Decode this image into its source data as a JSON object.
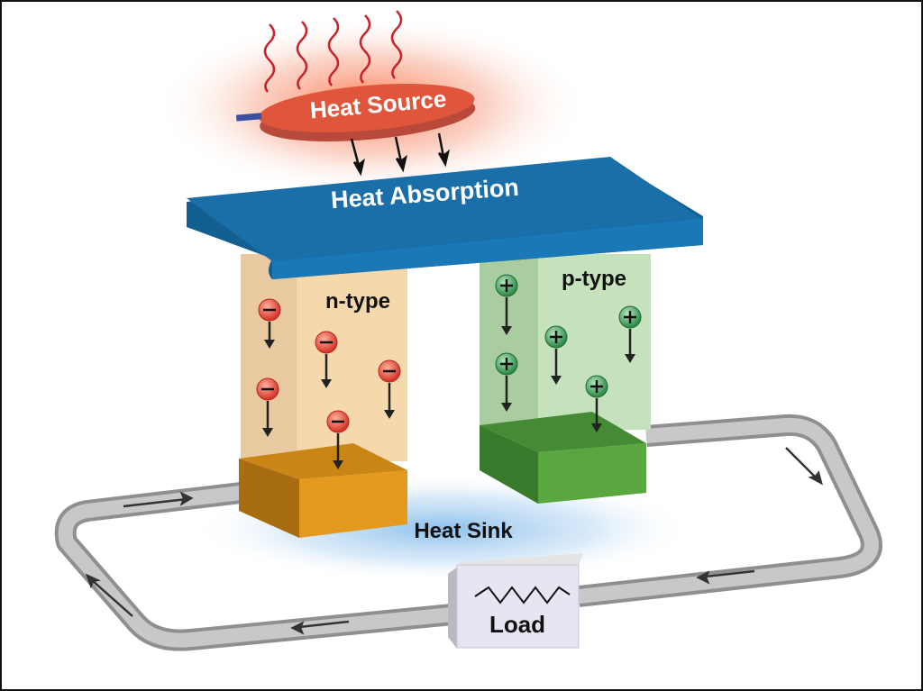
{
  "labels": {
    "heat_source": "Heat Source",
    "heat_absorption": "Heat Absorption",
    "n_type": "n-type",
    "p_type": "p-type",
    "heat_sink": "Heat Sink",
    "load": "Load"
  },
  "colors": {
    "heat_source": "#e0563c",
    "plate": "#1a6fa8",
    "n_leg": "#f3d5a6",
    "p_leg": "#c3dfb8",
    "n_block": "#e39a1e",
    "p_block": "#4f9a3a",
    "circuit": "#b0b0b0",
    "electron": "#e04a3a",
    "hole": "#3a9a55"
  },
  "carriers": {
    "electrons": 5,
    "holes": 5
  }
}
